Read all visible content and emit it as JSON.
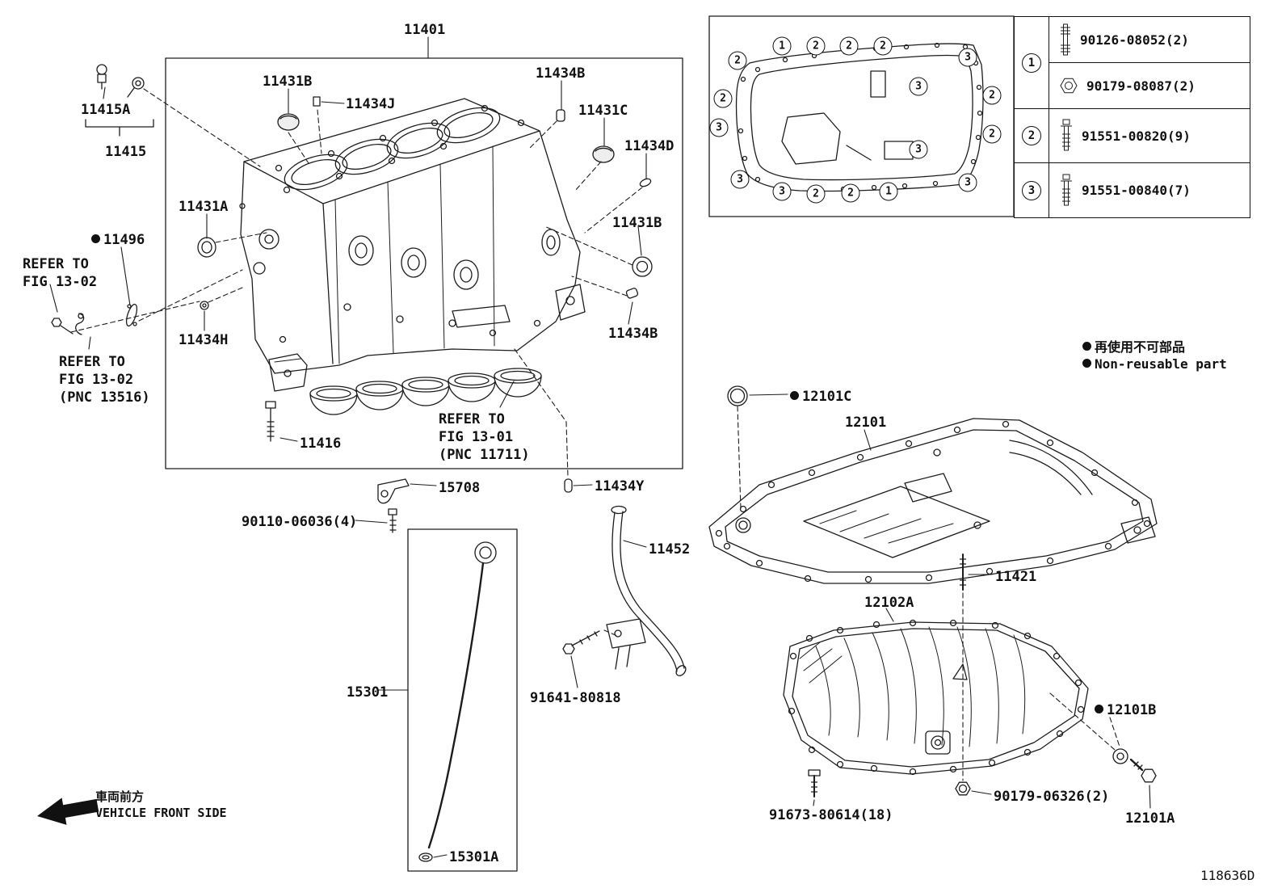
{
  "doc": {
    "code": "118636D",
    "bg": "#ffffff",
    "line": "#1c1c1c"
  },
  "labels": {
    "11401": "11401",
    "11415A": "11415A",
    "11415": "11415",
    "11431B": "11431B",
    "11434J": "11434J",
    "11434B": "11434B",
    "11431C": "11431C",
    "11434D": "11434D",
    "11431A": "11431A",
    "11496": "11496",
    "11434H": "11434H",
    "11416": "11416",
    "15708": "15708",
    "90110": "90110-06036(4)",
    "11434Y": "11434Y",
    "11452": "11452",
    "15301": "15301",
    "91641": "91641-80818",
    "15301A": "15301A",
    "12101C": "12101C",
    "12101": "12101",
    "11421": "11421",
    "12102A": "12102A",
    "12101B": "12101B",
    "90179b": "90179-06326(2)",
    "91673": "91673-80614(18)",
    "12101A": "12101A"
  },
  "refer_a": [
    "REFER TO",
    "FIG 13-02"
  ],
  "refer_b": [
    "REFER TO",
    "FIG 13-02",
    "(PNC 13516)"
  ],
  "refer_c": [
    "REFER TO",
    "FIG 13-01",
    "(PNC 11711)"
  ],
  "legend": {
    "jp": "再使用不可部品",
    "en": "Non-reusable part"
  },
  "front": {
    "jp": "車両前方",
    "en": "VEHICLE FRONT SIDE"
  },
  "table": {
    "rows": [
      {
        "key": "1",
        "parts": [
          "90126-08052(2)",
          "90179-08087(2)"
        ]
      },
      {
        "key": "2",
        "parts": [
          "91551-00820(9)"
        ]
      },
      {
        "key": "3",
        "parts": [
          "91551-00840(7)"
        ]
      }
    ]
  },
  "gasket_callouts": [
    "2",
    "1",
    "2",
    "2",
    "2",
    "3",
    "3",
    "2",
    "3",
    "2",
    "2",
    "3",
    "3",
    "2",
    "2",
    "1",
    "3",
    "3"
  ]
}
